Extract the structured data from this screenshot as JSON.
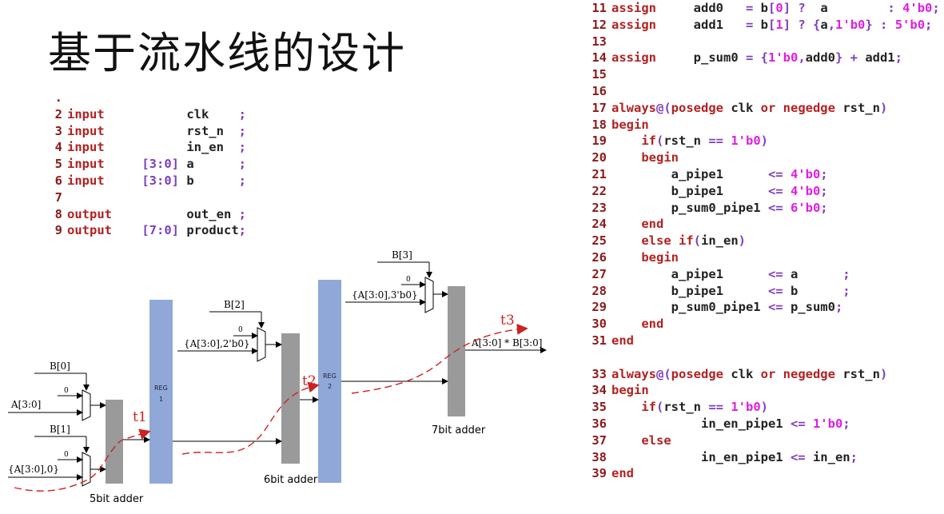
{
  "title": "基于流水线的设计",
  "left_code": [
    {
      "n": ".",
      "tokens": []
    },
    {
      "n": "2",
      "tokens": [
        {
          "c": "kw",
          "t": "input           "
        },
        {
          "c": "t",
          "t": "clk    "
        },
        {
          "c": "p",
          "t": ";"
        }
      ]
    },
    {
      "n": "3",
      "tokens": [
        {
          "c": "kw",
          "t": "input           "
        },
        {
          "c": "t",
          "t": "rst_n  "
        },
        {
          "c": "p",
          "t": ";"
        }
      ]
    },
    {
      "n": "4",
      "tokens": [
        {
          "c": "kw",
          "t": "input           "
        },
        {
          "c": "t",
          "t": "in_en  "
        },
        {
          "c": "p",
          "t": ";"
        }
      ]
    },
    {
      "n": "5",
      "tokens": [
        {
          "c": "kw",
          "t": "input     "
        },
        {
          "c": "p",
          "t": "[3:0]"
        },
        {
          "c": "t",
          "t": " a      "
        },
        {
          "c": "p",
          "t": ";"
        }
      ]
    },
    {
      "n": "6",
      "tokens": [
        {
          "c": "kw",
          "t": "input     "
        },
        {
          "c": "p",
          "t": "[3:0]"
        },
        {
          "c": "t",
          "t": " b      "
        },
        {
          "c": "p",
          "t": ";"
        }
      ]
    },
    {
      "n": "7",
      "tokens": []
    },
    {
      "n": "8",
      "tokens": [
        {
          "c": "kw",
          "t": "output          "
        },
        {
          "c": "t",
          "t": "out_en "
        },
        {
          "c": "p",
          "t": ";"
        }
      ]
    },
    {
      "n": "9",
      "tokens": [
        {
          "c": "kw",
          "t": "output    "
        },
        {
          "c": "p",
          "t": "[7:0]"
        },
        {
          "c": "t",
          "t": " product"
        },
        {
          "c": "p",
          "t": ";"
        }
      ]
    }
  ],
  "right_code": [
    {
      "n": "11",
      "tokens": [
        {
          "c": "kw",
          "t": "assign     "
        },
        {
          "c": "t",
          "t": "add0   "
        },
        {
          "c": "p",
          "t": "= "
        },
        {
          "c": "t",
          "t": "b"
        },
        {
          "c": "p",
          "t": "["
        },
        {
          "c": "m",
          "t": "0"
        },
        {
          "c": "p",
          "t": "] ?  "
        },
        {
          "c": "t",
          "t": "a        "
        },
        {
          "c": "p",
          "t": ": "
        },
        {
          "c": "m",
          "t": "4'b0"
        },
        {
          "c": "p",
          "t": ";"
        }
      ]
    },
    {
      "n": "12",
      "tokens": [
        {
          "c": "kw",
          "t": "assign     "
        },
        {
          "c": "t",
          "t": "add1   "
        },
        {
          "c": "p",
          "t": "= "
        },
        {
          "c": "t",
          "t": "b"
        },
        {
          "c": "p",
          "t": "["
        },
        {
          "c": "m",
          "t": "1"
        },
        {
          "c": "p",
          "t": "] ? {"
        },
        {
          "c": "t",
          "t": "a"
        },
        {
          "c": "p",
          "t": ","
        },
        {
          "c": "m",
          "t": "1'b0"
        },
        {
          "c": "p",
          "t": "} : "
        },
        {
          "c": "m",
          "t": "5'b0"
        },
        {
          "c": "p",
          "t": ";"
        }
      ]
    },
    {
      "n": "13",
      "tokens": []
    },
    {
      "n": "14",
      "tokens": [
        {
          "c": "kw",
          "t": "assign     "
        },
        {
          "c": "t",
          "t": "p_sum0 "
        },
        {
          "c": "p",
          "t": "= {"
        },
        {
          "c": "m",
          "t": "1'b0"
        },
        {
          "c": "p",
          "t": ","
        },
        {
          "c": "t",
          "t": "add0"
        },
        {
          "c": "p",
          "t": "} + "
        },
        {
          "c": "t",
          "t": "add1"
        },
        {
          "c": "p",
          "t": ";"
        }
      ]
    },
    {
      "n": "15",
      "tokens": []
    },
    {
      "n": "16",
      "tokens": []
    },
    {
      "n": "17",
      "tokens": [
        {
          "c": "kw",
          "t": "always"
        },
        {
          "c": "p",
          "t": "@("
        },
        {
          "c": "kw",
          "t": "posedge "
        },
        {
          "c": "t",
          "t": "clk "
        },
        {
          "c": "kw",
          "t": "or negedge "
        },
        {
          "c": "t",
          "t": "rst_n"
        },
        {
          "c": "p",
          "t": ")"
        }
      ]
    },
    {
      "n": "18",
      "tokens": [
        {
          "c": "kw",
          "t": "begin"
        }
      ]
    },
    {
      "n": "19",
      "tokens": [
        {
          "c": "t",
          "t": "    "
        },
        {
          "c": "kw",
          "t": "if"
        },
        {
          "c": "p",
          "t": "("
        },
        {
          "c": "t",
          "t": "rst_n "
        },
        {
          "c": "p",
          "t": "== "
        },
        {
          "c": "m",
          "t": "1'b0"
        },
        {
          "c": "p",
          "t": ")"
        }
      ]
    },
    {
      "n": "20",
      "tokens": [
        {
          "c": "t",
          "t": "    "
        },
        {
          "c": "kw",
          "t": "begin"
        }
      ]
    },
    {
      "n": "21",
      "tokens": [
        {
          "c": "t",
          "t": "        a_pipe1      "
        },
        {
          "c": "p",
          "t": "<= "
        },
        {
          "c": "m",
          "t": "4'b0"
        },
        {
          "c": "p",
          "t": ";"
        }
      ]
    },
    {
      "n": "22",
      "tokens": [
        {
          "c": "t",
          "t": "        b_pipe1      "
        },
        {
          "c": "p",
          "t": "<= "
        },
        {
          "c": "m",
          "t": "4'b0"
        },
        {
          "c": "p",
          "t": ";"
        }
      ]
    },
    {
      "n": "23",
      "tokens": [
        {
          "c": "t",
          "t": "        p_sum0_pipe1 "
        },
        {
          "c": "p",
          "t": "<= "
        },
        {
          "c": "m",
          "t": "6'b0"
        },
        {
          "c": "p",
          "t": ";"
        }
      ]
    },
    {
      "n": "24",
      "tokens": [
        {
          "c": "t",
          "t": "    "
        },
        {
          "c": "kw",
          "t": "end"
        }
      ]
    },
    {
      "n": "25",
      "tokens": [
        {
          "c": "t",
          "t": "    "
        },
        {
          "c": "kw",
          "t": "else if"
        },
        {
          "c": "p",
          "t": "("
        },
        {
          "c": "t",
          "t": "in_en"
        },
        {
          "c": "p",
          "t": ")"
        }
      ]
    },
    {
      "n": "26",
      "tokens": [
        {
          "c": "t",
          "t": "    "
        },
        {
          "c": "kw",
          "t": "begin"
        }
      ]
    },
    {
      "n": "27",
      "tokens": [
        {
          "c": "t",
          "t": "        a_pipe1      "
        },
        {
          "c": "p",
          "t": "<= "
        },
        {
          "c": "t",
          "t": "a      "
        },
        {
          "c": "p",
          "t": ";"
        }
      ]
    },
    {
      "n": "28",
      "tokens": [
        {
          "c": "t",
          "t": "        b_pipe1      "
        },
        {
          "c": "p",
          "t": "<= "
        },
        {
          "c": "t",
          "t": "b      "
        },
        {
          "c": "p",
          "t": ";"
        }
      ]
    },
    {
      "n": "29",
      "tokens": [
        {
          "c": "t",
          "t": "        p_sum0_pipe1 "
        },
        {
          "c": "p",
          "t": "<= "
        },
        {
          "c": "t",
          "t": "p_sum0"
        },
        {
          "c": "p",
          "t": ";"
        }
      ]
    },
    {
      "n": "30",
      "tokens": [
        {
          "c": "t",
          "t": "    "
        },
        {
          "c": "kw",
          "t": "end"
        }
      ]
    },
    {
      "n": "31",
      "tokens": [
        {
          "c": "kw",
          "t": "end"
        }
      ]
    },
    {
      "n": "",
      "tokens": []
    },
    {
      "n": "33",
      "tokens": [
        {
          "c": "kw",
          "t": "always"
        },
        {
          "c": "p",
          "t": "@("
        },
        {
          "c": "kw",
          "t": "posedge "
        },
        {
          "c": "t",
          "t": "clk "
        },
        {
          "c": "kw",
          "t": "or negedge "
        },
        {
          "c": "t",
          "t": "rst_n"
        },
        {
          "c": "p",
          "t": ")"
        }
      ]
    },
    {
      "n": "34",
      "tokens": [
        {
          "c": "kw",
          "t": "begin"
        }
      ]
    },
    {
      "n": "35",
      "tokens": [
        {
          "c": "t",
          "t": "    "
        },
        {
          "c": "kw",
          "t": "if"
        },
        {
          "c": "p",
          "t": "("
        },
        {
          "c": "t",
          "t": "rst_n "
        },
        {
          "c": "p",
          "t": "== "
        },
        {
          "c": "m",
          "t": "1'b0"
        },
        {
          "c": "p",
          "t": ")"
        }
      ]
    },
    {
      "n": "36",
      "tokens": [
        {
          "c": "t",
          "t": "            in_en_pipe1 "
        },
        {
          "c": "p",
          "t": "<= "
        },
        {
          "c": "m",
          "t": "1'b0"
        },
        {
          "c": "p",
          "t": ";"
        }
      ]
    },
    {
      "n": "37",
      "tokens": [
        {
          "c": "t",
          "t": "    "
        },
        {
          "c": "kw",
          "t": "else"
        }
      ]
    },
    {
      "n": "38",
      "tokens": [
        {
          "c": "t",
          "t": "            in_en_pipe1 "
        },
        {
          "c": "p",
          "t": "<= "
        },
        {
          "c": "t",
          "t": "in_en"
        },
        {
          "c": "p",
          "t": ";"
        }
      ]
    },
    {
      "n": "39",
      "tokens": [
        {
          "c": "kw",
          "t": "end"
        }
      ]
    }
  ],
  "diagram": {
    "labels": {
      "b0": "B[0]",
      "a30": "A[3:0]",
      "zero": "0",
      "b1": "B[1]",
      "a30_0": "{A[3:0],0}",
      "b2": "B[2]",
      "a30_2b0": "{A[3:0],2'b0}",
      "b3": "B[3]",
      "a30_3b0": "{A[3:0],3'b0}",
      "reg1": "REG",
      "reg1_n": "1",
      "reg2": "REG",
      "reg2_n": "2",
      "out": "A[3:0] * B[3:0]",
      "t1": "t1",
      "t2": "t2",
      "t3": "t3",
      "adder5": "5bit adder",
      "adder6": "6bit adder",
      "adder7": "7bit adder"
    },
    "colors": {
      "reg": "#8fa8d8",
      "adder": "#9a9a9a",
      "path": "#cc2222"
    }
  }
}
